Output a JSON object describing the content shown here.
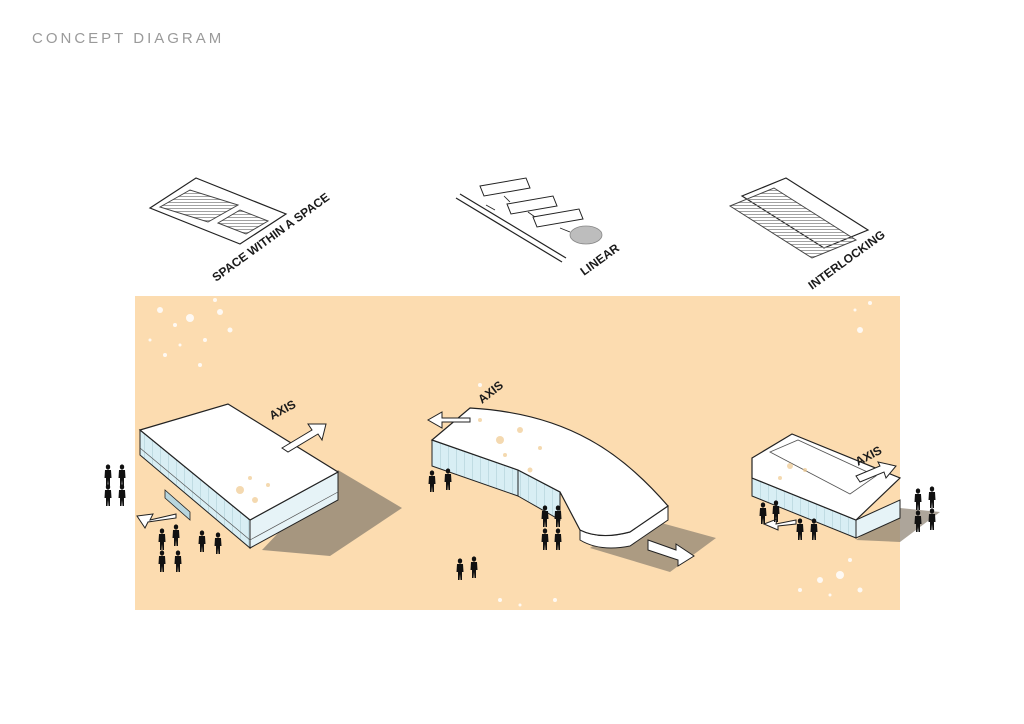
{
  "page_title": "CONCEPT DIAGRAM",
  "concepts": [
    {
      "label": "SPACE WITHIN A SPACE"
    },
    {
      "label": "LINEAR"
    },
    {
      "label": "INTERLOCKING"
    }
  ],
  "axis_label": "AXIS",
  "colors": {
    "background_panel": "#fcdcb0",
    "roof": "#ffffff",
    "glass": "#d8eef4",
    "shadow": "#8a7f6f",
    "hatch": "#9a9a9a",
    "ink": "#1a1a1a"
  }
}
